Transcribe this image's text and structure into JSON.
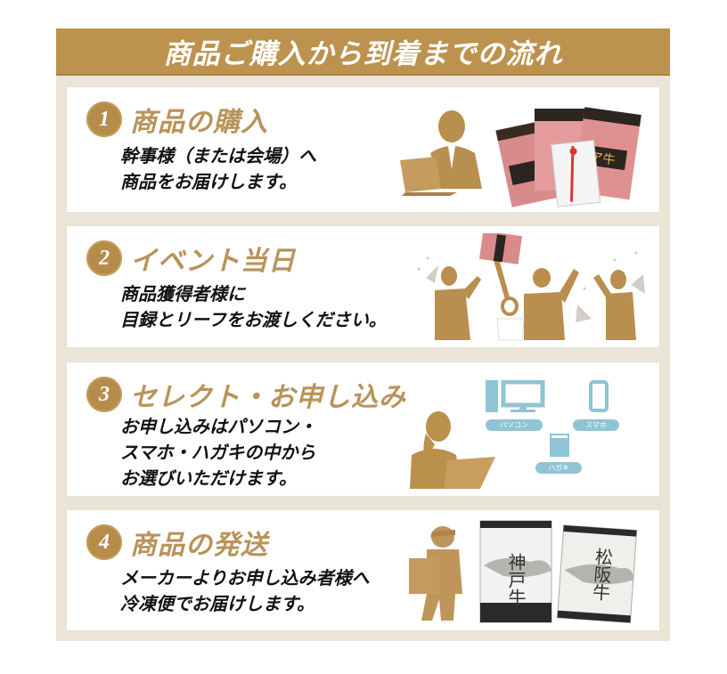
{
  "header": {
    "title": "商品ご購入から到着までの流れ"
  },
  "colors": {
    "gold": "#bd924e",
    "beige": "#ebe5d8",
    "title_gold": "#b8935a",
    "device_blue": "#8fc4d4"
  },
  "steps": [
    {
      "number": "1",
      "title": "商品の購入",
      "lines": [
        "幹事様（または会場）へ",
        "商品をお届けします。"
      ],
      "illustration": "person-at-laptop-icon"
    },
    {
      "number": "2",
      "title": "イベント当日",
      "lines": [
        "商品獲得者様に",
        "目録とリーフをお渡しください。"
      ],
      "illustration": "party-celebration-icon"
    },
    {
      "number": "3",
      "title": "セレクト・お申し込み",
      "lines": [
        "お申し込みはパソコン・",
        "スマホ・ハガキの中から",
        "お選びいただけます。"
      ],
      "illustration": "woman-at-laptop-icon",
      "devices": [
        {
          "label": "パソコン",
          "icon": "desktop-pc-icon"
        },
        {
          "label": "スマホ",
          "icon": "smartphone-icon"
        },
        {
          "label": "ハガキ",
          "icon": "postcard-icon"
        }
      ]
    },
    {
      "number": "4",
      "title": "商品の発送",
      "lines": [
        "メーカーよりお申し込み者様へ",
        "冷凍便でお届けします。"
      ],
      "illustration": "delivery-person-icon",
      "boxes": [
        {
          "label": "神戸牛"
        },
        {
          "label": "松阪牛"
        }
      ]
    }
  ]
}
